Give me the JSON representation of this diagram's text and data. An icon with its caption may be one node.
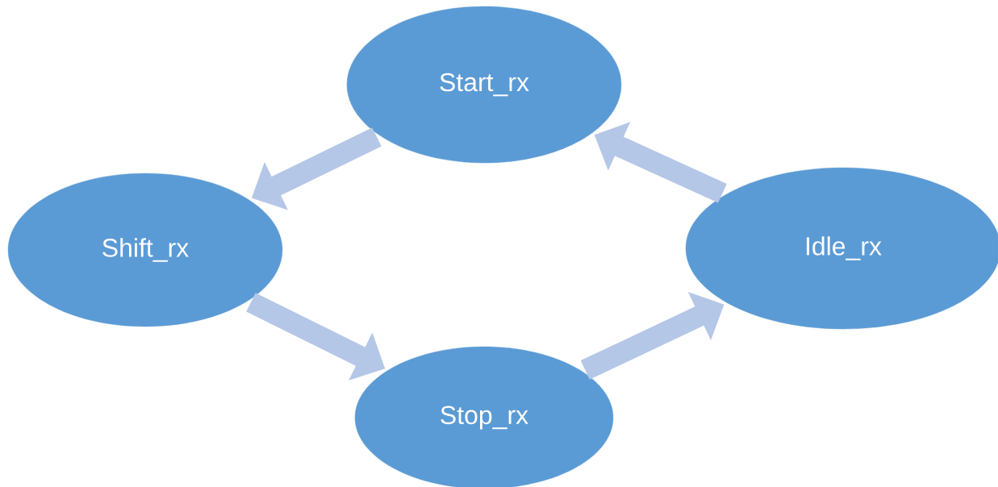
{
  "diagram": {
    "nodes": [
      {
        "text": [
          "Start_rx"
        ]
      },
      {
        "text": [
          "Shift_rx"
        ]
      },
      {
        "text": [
          "Stop_rx"
        ]
      },
      {
        "text": [
          "Idle_rx"
        ]
      }
    ],
    "edges": [
      {
        "from": 0,
        "to": 1,
        "arrow": "to"
      },
      {
        "from": 1,
        "to": 2,
        "arrow": "to"
      },
      {
        "from": 2,
        "to": 3,
        "arrow": "to"
      },
      {
        "from": 3,
        "to": 0,
        "arrow": "to"
      }
    ]
  }
}
